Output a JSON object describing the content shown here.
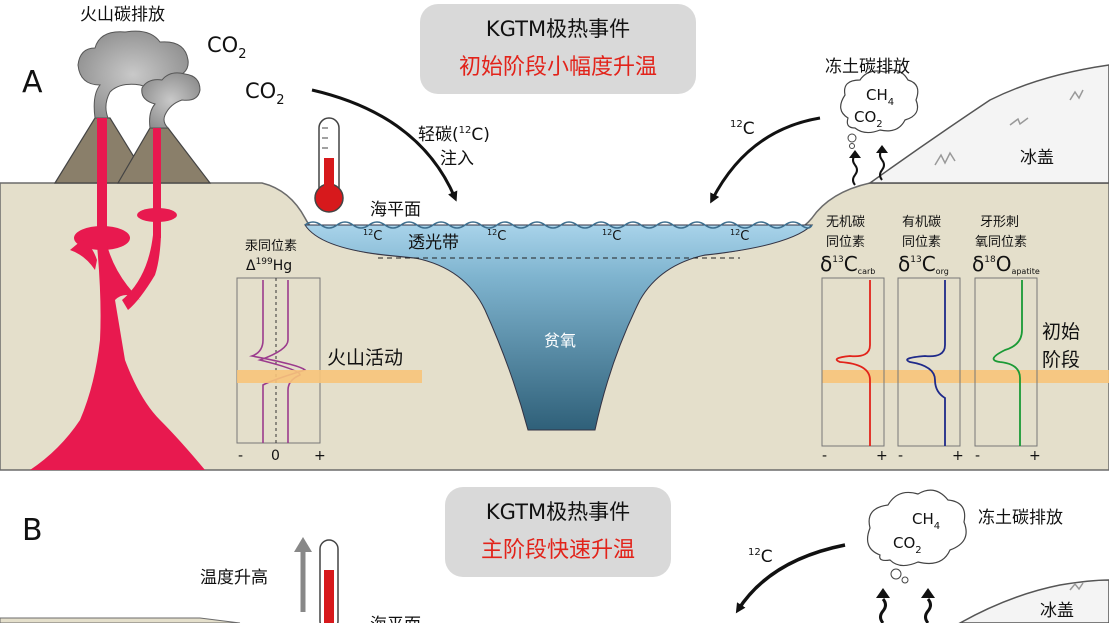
{
  "panel_a": {
    "letter": "A",
    "title_line1": "KGTM极热事件",
    "title_line2": "初始阶段小幅度升温",
    "volcanic_label": "火山碳排放",
    "co2_a": "CO",
    "co2_a_sub": "2",
    "co2_b": "CO",
    "co2_b_sub": "2",
    "light_carbon_line1": "轻碳(",
    "light_carbon_sup": "12",
    "light_carbon_tail": "C)",
    "light_carbon_line2": "注入",
    "permafrost_label": "冻土碳排放",
    "cloud_ch4": "CH",
    "cloud_ch4_sub": "4",
    "cloud_co2": "CO",
    "cloud_co2_sub": "2",
    "right_12c_sup": "12",
    "right_12c": "C",
    "ice_cap": "冰盖",
    "sea_level": "海平面",
    "photic_zone": "透光带",
    "anoxic": "贫氧",
    "water_12c_sup": "12",
    "water_12c": "C",
    "hg_title_line1": "汞同位素",
    "hg_title_line2_pre": "Δ",
    "hg_title_line2_sup": "199",
    "hg_title_line2_tail": "Hg",
    "hg_axis_minus": "-",
    "hg_axis_zero": "0",
    "hg_axis_plus": "+",
    "volcanic_activity": "火山活动",
    "carb_title_line1": "无机碳",
    "carb_title_line2": "同位素",
    "carb_delta": "δ",
    "carb_sup": "13",
    "carb_c": "C",
    "carb_sub": "carb",
    "org_title_line1": "有机碳",
    "org_title_line2": "同位素",
    "org_delta": "δ",
    "org_sup": "13",
    "org_c": "C",
    "org_sub": "org",
    "apa_title_line1": "牙形刺",
    "apa_title_line2": "氧同位素",
    "apa_delta": "δ",
    "apa_sup": "18",
    "apa_o": "O",
    "apa_sub": "apatite",
    "axis_minus": "-",
    "axis_plus": "+",
    "initial_stage_line1": "初始",
    "initial_stage_line2": "阶段"
  },
  "panel_b": {
    "letter": "B",
    "title_line1": "KGTM极热事件",
    "title_line2": "主阶段快速升温",
    "temp_rise": "温度升高",
    "sea_level_partial": "海平面",
    "cloud_ch4": "CH",
    "cloud_ch4_sub": "4",
    "cloud_co2": "CO",
    "cloud_co2_sub": "2",
    "permafrost_label": "冻土碳排放",
    "left_12c_sup": "12",
    "left_12c": "C",
    "ice_cap": "冰盖"
  },
  "colors": {
    "land": "#e4dfcb",
    "volcano": "#8a7f6a",
    "magma": "#e8194f",
    "water_top": "#a8d3ea",
    "water_deep": "#2f6079",
    "title_box": "#d9d9d9",
    "highlight_band": "#f7c47a",
    "hg_curve": "#9b3b8d",
    "carb_curve": "#e2231a",
    "org_curve": "#1f2a8a",
    "apa_curve": "#1a9a35",
    "thermo_red": "#d7191c"
  }
}
